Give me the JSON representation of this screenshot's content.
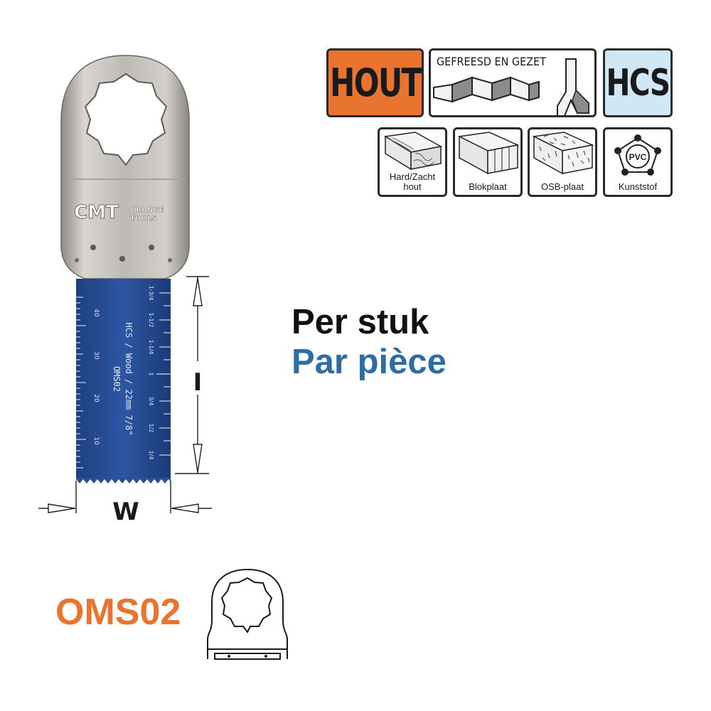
{
  "badges": {
    "material": "HOUT",
    "cut_type": "GEFREESD EN GEZET",
    "steel": "HCS"
  },
  "materials": [
    {
      "line1": "Hard/Zacht",
      "line2": "hout",
      "icon": "hardwood-softwood-icon"
    },
    {
      "line1": "Blokplaat",
      "line2": "",
      "icon": "blockboard-icon"
    },
    {
      "line1": "OSB-plaat",
      "line2": "",
      "icon": "osb-board-icon"
    },
    {
      "line1": "Kunststof",
      "line2": "",
      "icon": "plastic-pvc-icon",
      "badge_text": "PVC"
    }
  ],
  "pricing": {
    "nl": "Per stuk",
    "fr": "Par pièce"
  },
  "product_code": "OMS02",
  "blade": {
    "brand": "CMT",
    "brand_sub1": "ORANGE",
    "brand_sub2": "TOOLS",
    "marking_code": "OMS02",
    "marking_spec": "HCS / Wood / 22mm 7/8\"",
    "metric_ticks": [
      "10",
      "20",
      "30",
      "40"
    ],
    "inch_ticks": [
      "1/4",
      "1/2",
      "3/4",
      "1",
      "1-1/4",
      "1-1/2",
      "1-3/4"
    ]
  },
  "dimensions": {
    "length_label": "I",
    "width_label": "W"
  },
  "colors": {
    "orange": "#e8742f",
    "blue_text": "#2e6da4",
    "blade_blue": "#274a8f",
    "hcs_bg": "#cfe8f3"
  }
}
